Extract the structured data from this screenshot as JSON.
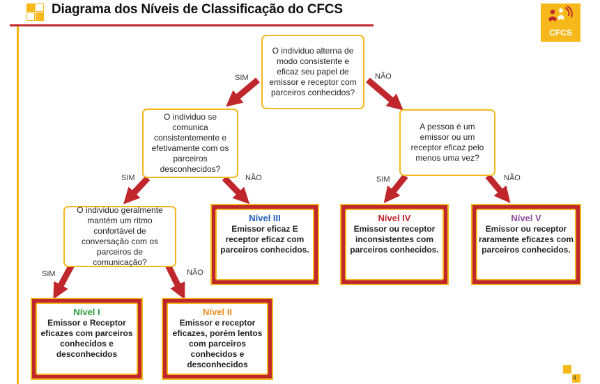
{
  "header": {
    "title": "Diagrama dos Níveis de Classificação do CFCS",
    "logo_text": "CFCS"
  },
  "colors": {
    "accent_red": "#c0272d",
    "accent_yellow": "#f4b81c",
    "level_1": "#2e9a3a",
    "level_2": "#e98a1d",
    "level_3": "#1e5bb8",
    "level_4": "#c0272d",
    "level_5": "#8e4a9e"
  },
  "questions": {
    "q1": "O individuo alterna de modo consistente e eficaz seu papel de emissor e receptor com parceiros conhecidos?",
    "q2": "O individuo se comunica consistentemente e efetivamente com os parceiros desconhecidos?",
    "q3": "A pessoa é um emissor ou um receptor eficaz pelo menos uma vez?",
    "q4": "O individuo geralmente mantém um ritmo confortável de conversação com os parceiros de comunicação?"
  },
  "edge_labels": {
    "q1_yes": "SIM",
    "q1_no": "NÃO",
    "q2_yes": "SIM",
    "q2_no": "NÃO",
    "q3_yes": "SIM",
    "q3_no": "NÃO",
    "q4_yes": "SIM",
    "q4_no": "NÃO"
  },
  "levels": {
    "l1": {
      "title": "Nível I",
      "desc": "Emissor e Receptor eficazes com parceiros conhecidos e desconhecidos"
    },
    "l2": {
      "title": "Nível II",
      "desc": "Emissor e receptor eficazes, porém lentos com parceiros conhecidos e desconhecidos"
    },
    "l3": {
      "title": "Nível III",
      "desc": "Emissor eficaz E receptor eficaz com parceiros conhecidos."
    },
    "l4": {
      "title": "Nível IV",
      "desc": "Emissor ou receptor inconsistentes com parceiros conhecidos."
    },
    "l5": {
      "title": "Nível V",
      "desc": "Emissor ou receptor raramente eficazes com parceiros conhecidos."
    }
  },
  "footer": {
    "page_number": "4"
  }
}
